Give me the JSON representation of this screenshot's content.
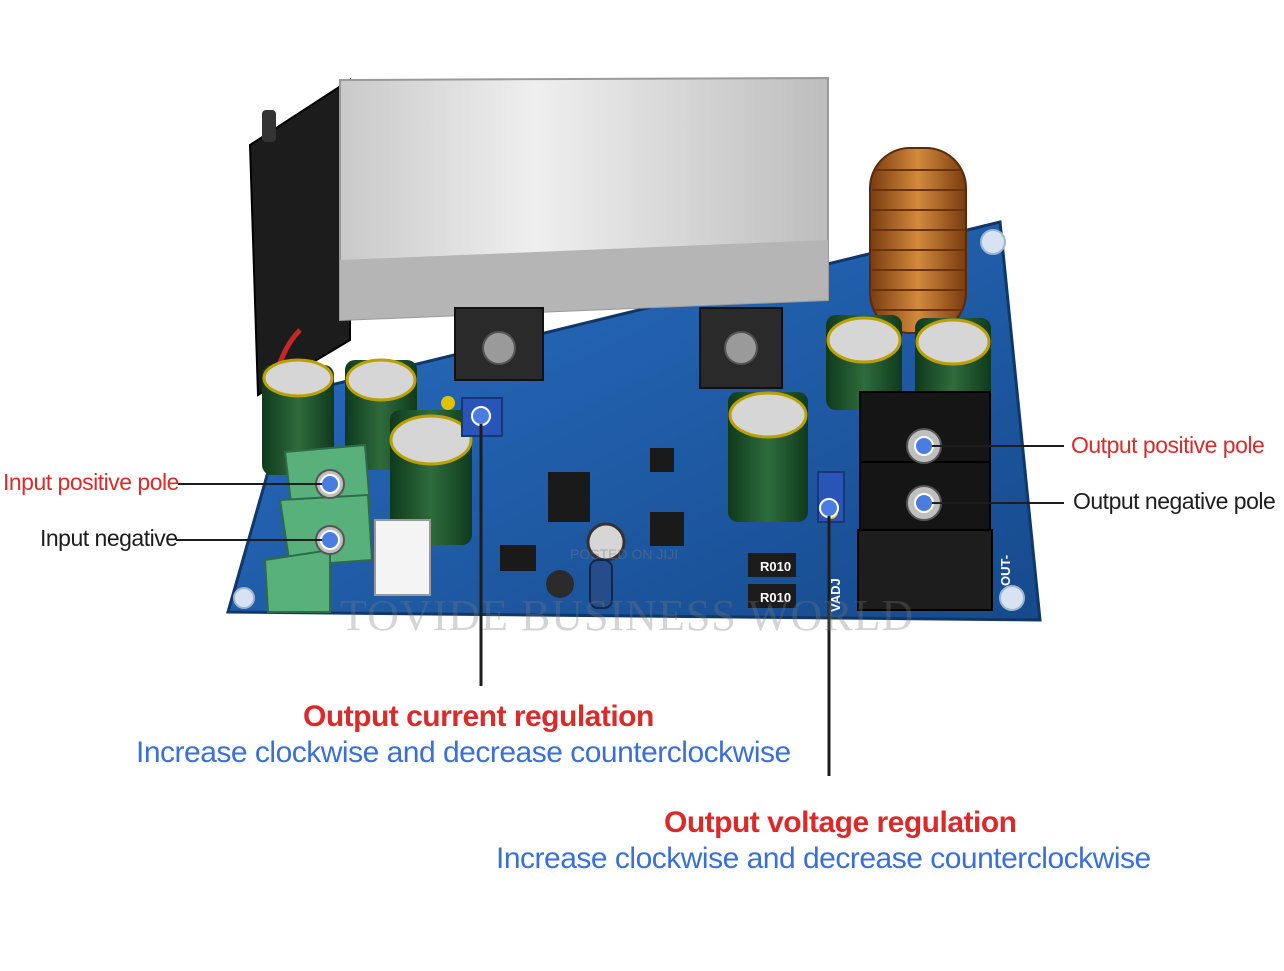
{
  "callouts": {
    "input_positive": "Input positive pole",
    "input_negative": "Input negative",
    "output_positive": "Output positive pole",
    "output_negative": "Output negative pole"
  },
  "regulation": {
    "current_title": "Output current regulation",
    "current_subtitle": "Increase clockwise and decrease counterclockwise",
    "voltage_title": "Output voltage regulation",
    "voltage_subtitle": "Increase clockwise and decrease counterclockwise"
  },
  "watermark": {
    "main": "TOVIDE BUSINESS WORLD",
    "small": "POSTED ON JIJI"
  },
  "board_markings": {
    "resistor_1": "R010",
    "resistor_2": "R010",
    "out_minus": "OUT-",
    "vadj": "VADJ"
  },
  "colors": {
    "pcb_blue": "#1f5fae",
    "heatsink": "#d8d8d8",
    "callout_red": "#d92b2b",
    "callout_blue": "#3b6fd8",
    "terminal_green": "#58b07a",
    "copper": "#b5651d"
  }
}
